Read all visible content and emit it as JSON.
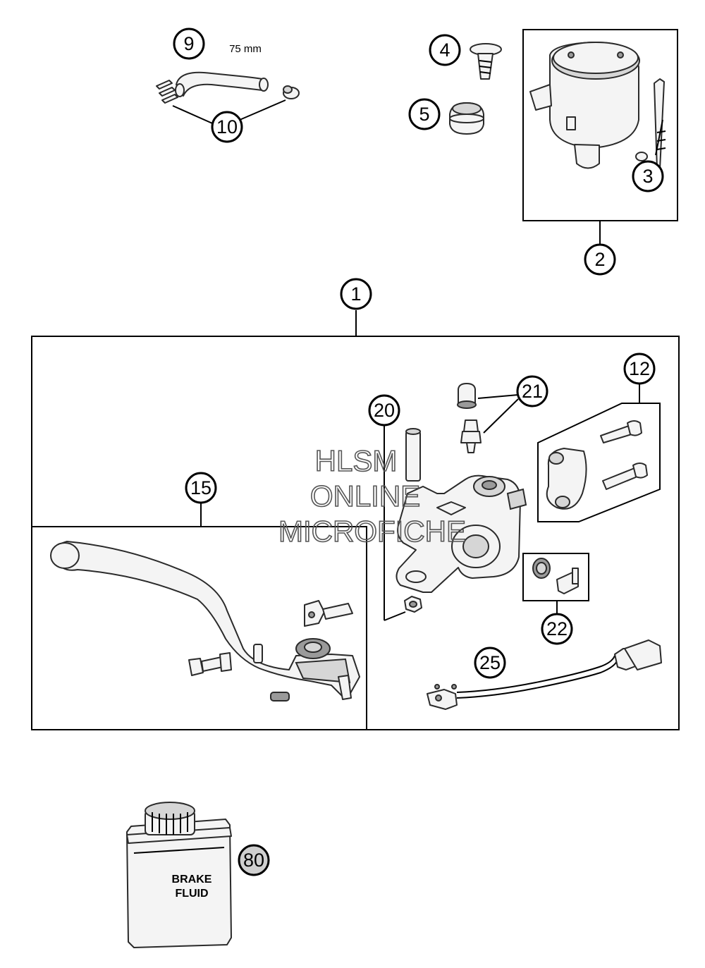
{
  "diagram": {
    "dimension_label": "75 mm",
    "bottle_label_line1": "BRAKE",
    "bottle_label_line2": "FLUID",
    "watermark": [
      "HLSM",
      "ONLINE",
      "MICROFICHE"
    ],
    "callouts": [
      "1",
      "2",
      "3",
      "4",
      "5",
      "9",
      "10",
      "12",
      "15",
      "20",
      "21",
      "22",
      "25",
      "80"
    ]
  }
}
